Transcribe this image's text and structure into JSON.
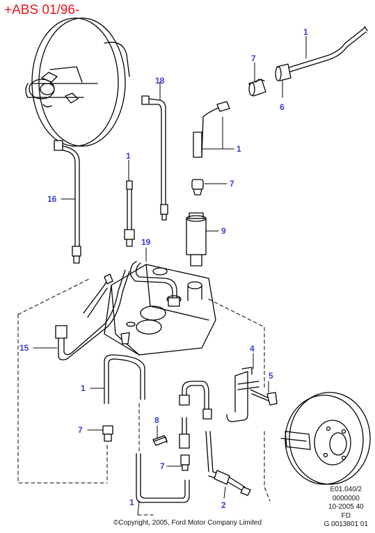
{
  "header": {
    "title": "+ABS 01/96-"
  },
  "meta": {
    "lines": [
      "E01.040/2",
      "0000000",
      "10-2005 40",
      "FD",
      "G 0013801 01"
    ]
  },
  "footer": {
    "copyright": "©Copyright, 2005, Ford Motor Company Limited"
  },
  "colors": {
    "title": "#e8151b",
    "callout": "#3b3bd6",
    "line": "#000000"
  },
  "callouts": {
    "c1a": "1",
    "c7a": "7",
    "c6": "6",
    "c18": "18",
    "c1b": "1",
    "c7b": "7",
    "c1c": "1",
    "c16": "16",
    "c9": "9",
    "c19": "19",
    "c15": "15",
    "c4": "4",
    "c5": "5",
    "c1d": "1",
    "c7c": "7",
    "c8": "8",
    "c7d": "7",
    "c1e": "1",
    "c2": "2"
  }
}
